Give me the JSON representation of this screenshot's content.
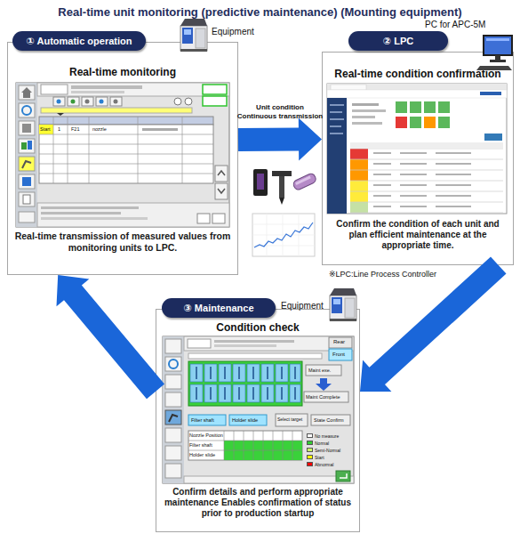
{
  "diagram": {
    "title": "Real-time unit monitoring (predictive maintenance) (Mounting equipment)",
    "nodes": [
      {
        "text": [
          "① Automatic operation"
        ]
      },
      {
        "text": [
          "Real-time monitoring",
          "Real-time transmission of measured values from monitoring units to LPC."
        ]
      },
      {
        "text": [
          "② LPC"
        ]
      },
      {
        "text": [
          "Real-time condition confirmation",
          "Confirm the condition of each unit and plan efficient maintenance at the appropriate time."
        ]
      },
      {
        "text": [
          "③ Maintenance"
        ]
      },
      {
        "text": [
          "Condition check",
          "Confirm details and perform appropriate maintenance Enables confirmation of status prior to production startup"
        ]
      }
    ],
    "edges": [
      {
        "from": 1,
        "to": 3,
        "label": "Unit condition Continuous transmission",
        "arrow": "to"
      },
      {
        "from": 3,
        "to": 5,
        "arrow": "to"
      },
      {
        "from": 5,
        "to": 1,
        "arrow": "to"
      }
    ],
    "labels": [
      "Equipment",
      "PC for APC-5M",
      "※LPC:Line Process Controller",
      "Equipment",
      "Start",
      "1",
      "F21",
      "nozzle",
      "Rear",
      "Front",
      "Maint exe.",
      "Maint Complete",
      "Filter shaft",
      "Holder slide",
      "Select target",
      "State Confirm",
      "Nozzle Position",
      "Filter shaft",
      "Holder slide"
    ],
    "legend": [
      {
        "text": "No measure",
        "color": "#ffffff"
      },
      {
        "text": "Normal",
        "color": "#33cc33"
      },
      {
        "text": "Semi-Normal",
        "color": "#ccff66"
      },
      {
        "text": "Start",
        "color": "#ffff00"
      },
      {
        "text": "Abnormal",
        "color": "#ff0000"
      }
    ]
  }
}
